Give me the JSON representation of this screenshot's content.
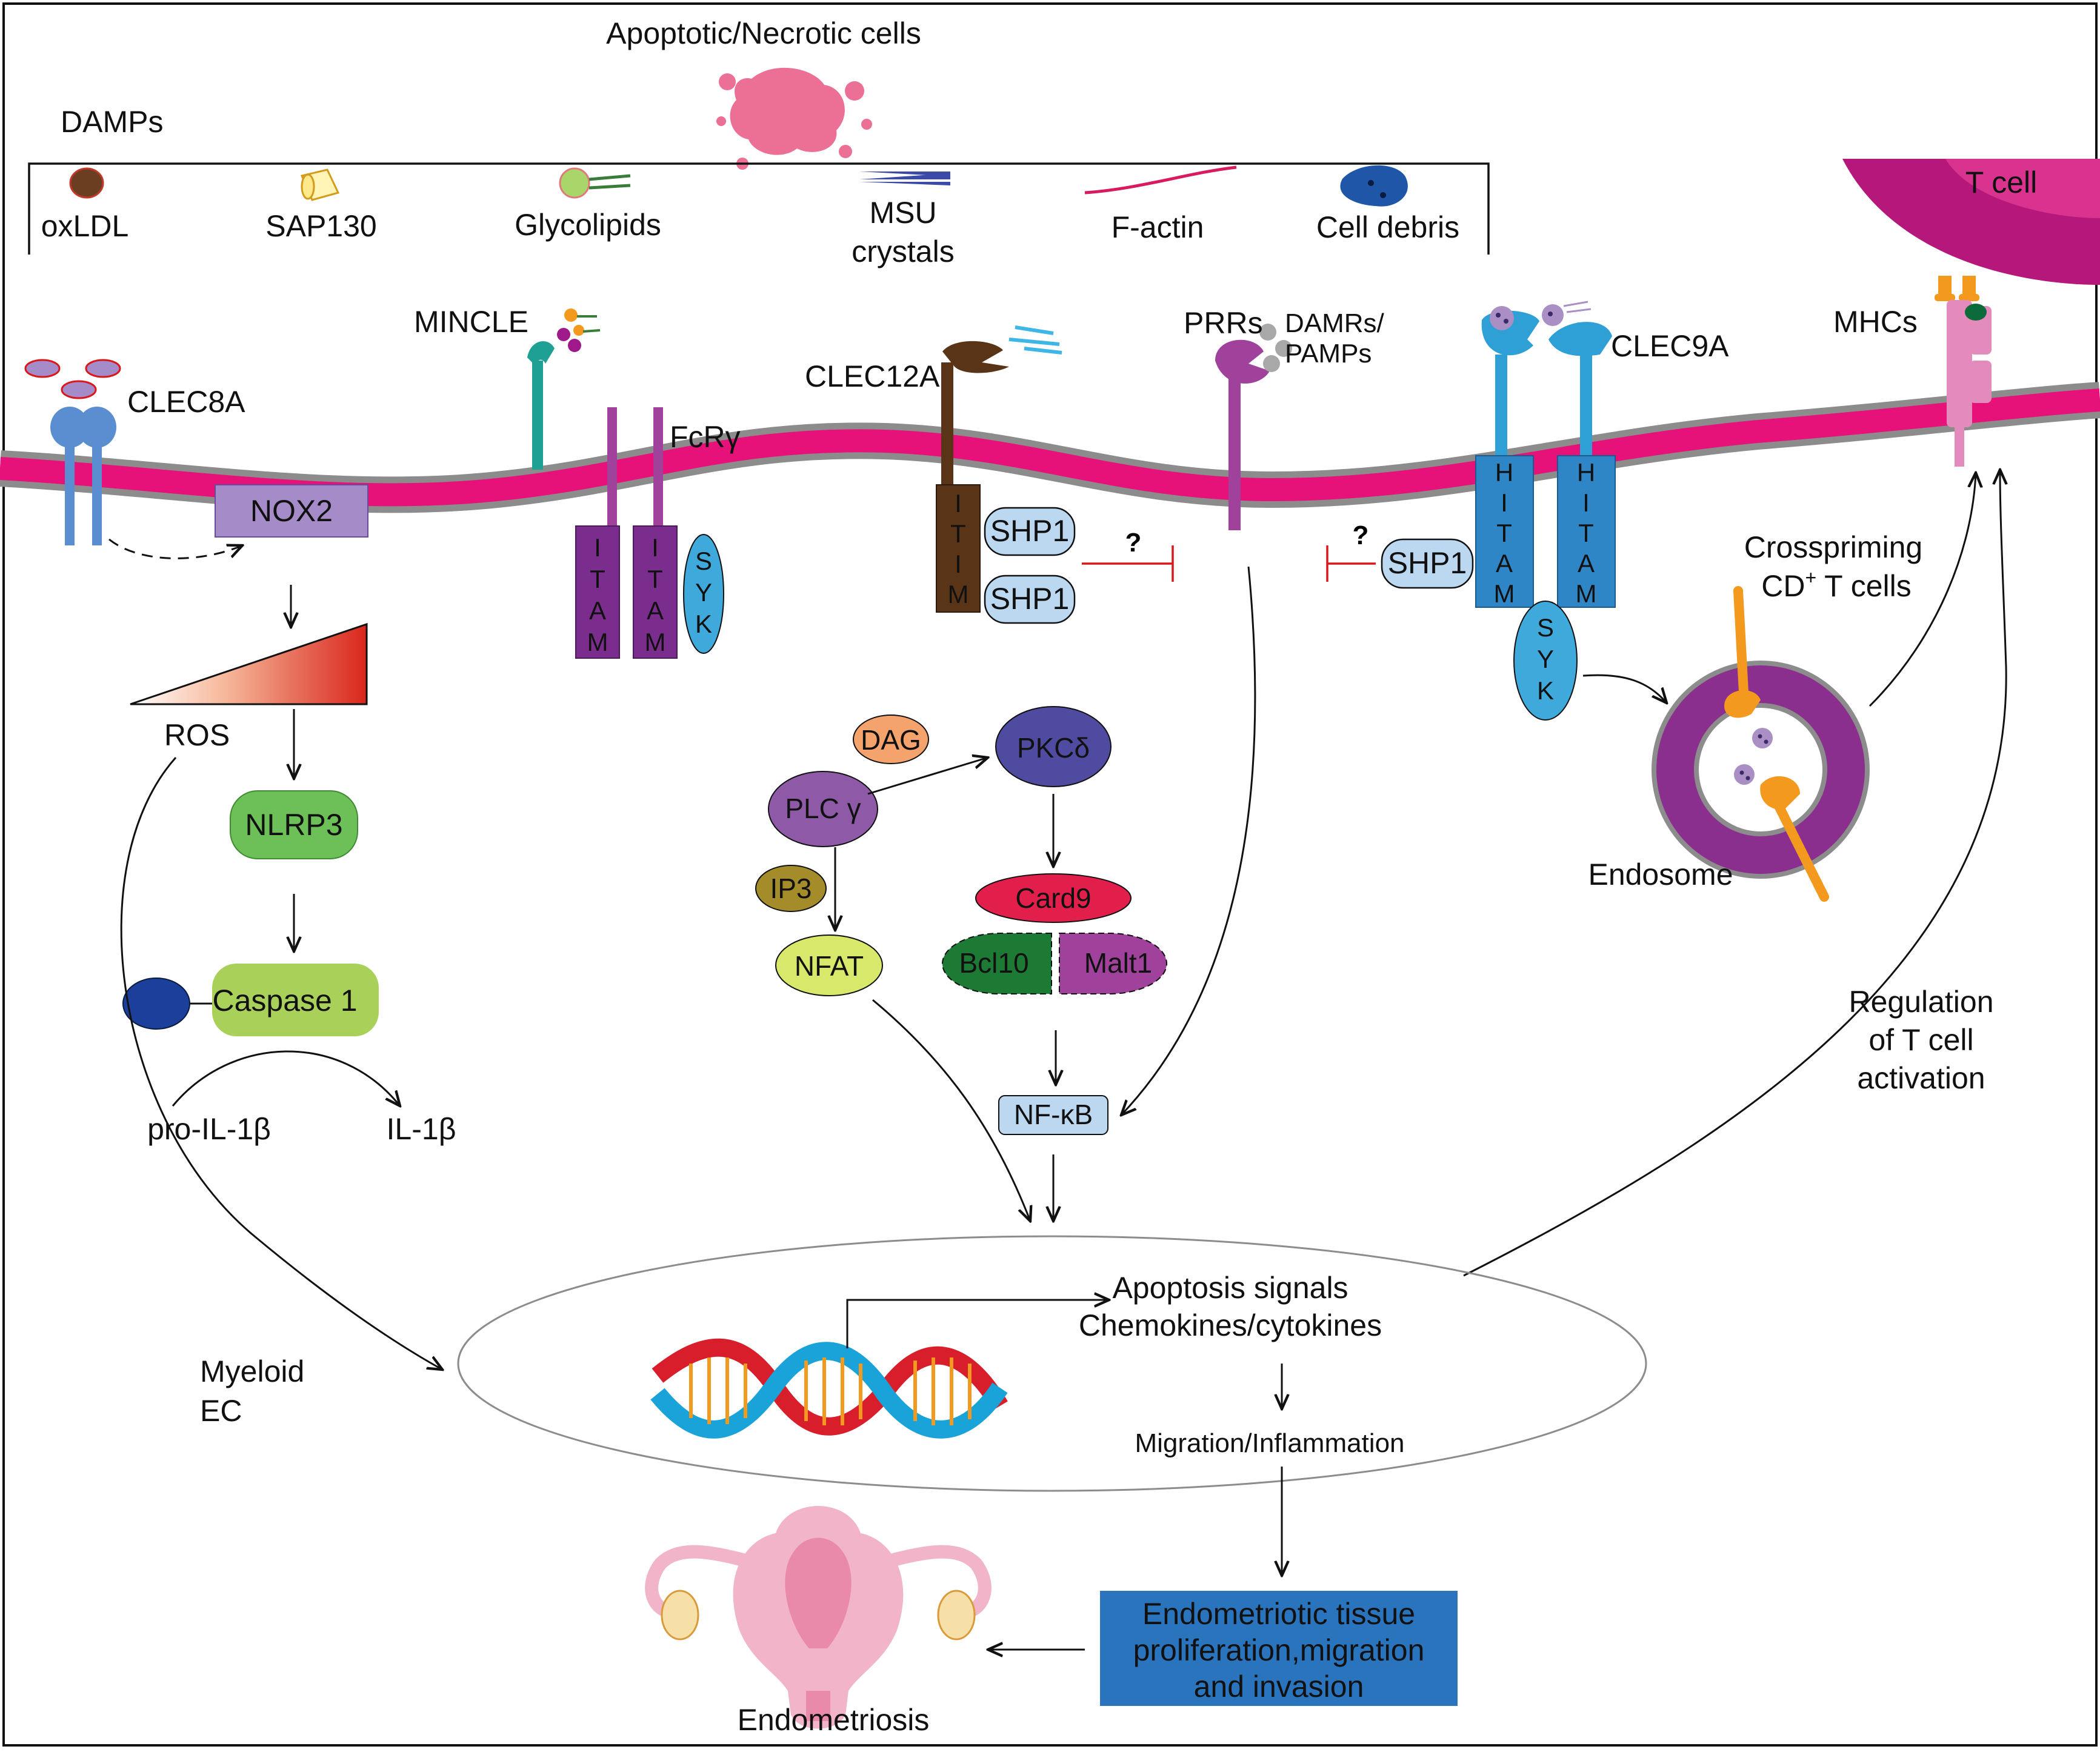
{
  "diagram": {
    "top_title": "Apoptotic/Necrotic cells",
    "damps_label": "DAMPs",
    "damps": [
      {
        "label": "oxLDL",
        "icon": "oxldl-icon"
      },
      {
        "label": "SAP130",
        "icon": "sap130-icon"
      },
      {
        "label": "Glycolipids",
        "icon": "glycolipids-icon"
      },
      {
        "label_line1": "MSU",
        "label_line2": "crystals",
        "icon": "msu-crystals-icon"
      },
      {
        "label": "F-actin",
        "icon": "f-actin-icon"
      },
      {
        "label": "Cell debris",
        "icon": "cell-debris-icon"
      }
    ],
    "receptors": {
      "clec8a": "CLEC8A",
      "mincle": "MINCLE",
      "fcrg": "FcRγ",
      "clec12a": "CLEC12A",
      "prrs": "PRRs",
      "damrs_line1": "DAMRs/",
      "damrs_line2": "PAMPs",
      "clec9a": "CLEC9A",
      "mhcs": "MHCs",
      "t_cell": "T cell"
    },
    "motifs": {
      "itam": [
        "I",
        "T",
        "A",
        "M"
      ],
      "itim": [
        "I",
        "T",
        "I",
        "M"
      ],
      "hitam": [
        "H",
        "I",
        "T",
        "A",
        "M"
      ],
      "syk": [
        "S",
        "Y",
        "K"
      ]
    },
    "nodes": {
      "nox2": "NOX2",
      "shp1": "SHP1",
      "question": "?",
      "ros": "ROS",
      "nlrp3": "NLRP3",
      "caspase1": "Caspase 1",
      "pro_il1b": "pro-IL-1β",
      "il1b": "IL-1β",
      "dag": "DAG",
      "pkcd": "PKCδ",
      "plcg": "PLC γ",
      "ip3": "IP3",
      "nfat": "NFAT",
      "card9": "Card9",
      "bcl10": "Bcl10",
      "malt1": "Malt1",
      "nfkb": "NF-κB",
      "crosspriming_line1": "Crosspriming",
      "crosspriming_line2_a": "CD",
      "crosspriming_line2_sup": "+",
      "crosspriming_line2_b": " T cells",
      "endosome": "Endosome",
      "regulation_line1": "Regulation",
      "regulation_line2": "of T cell",
      "regulation_line3": "activation",
      "myeloid": "Myeloid",
      "ec": "EC",
      "apoptosis_signals": "Apoptosis signals",
      "chemokines": "Chemokines/cytokines",
      "migration": "Migration/Inflammation",
      "endo_box_line1": "Endometriotic tissue",
      "endo_box_line2": "proliferation,migration",
      "endo_box_line3": "and invasion",
      "endometriosis": "Endometriosis"
    },
    "colors": {
      "membrane": "#e6127a",
      "membrane_edge": "#8c8c8c",
      "itam_purple": "#7b2d8e",
      "syk_blue": "#3fa9dc",
      "clec12a_brown": "#5a3416",
      "shp1_fill": "#bcd7f0",
      "clec9a_blue": "#2f86c6",
      "nox2_fill": "#a58cc8",
      "nlrp3_green": "#6dbf58",
      "caspase_green": "#a9d15a",
      "card9_red": "#e21f4b",
      "bcl10_green": "#1d7a34",
      "malt1_purple": "#a0429b",
      "pkcd_fill": "#4e4ba0",
      "dag_fill": "#f3a36b",
      "ip3_fill": "#a58c2a",
      "plcg_fill": "#8e5aa8",
      "nfat_fill": "#d8e86a",
      "nfkb_fill": "#bcd7f0",
      "endo_box_fill": "#2a73bd",
      "inhibition_red": "#d7191c",
      "t_cell_fill": "#b5177b",
      "endosome_ring": "#8a2f8e",
      "orange": "#f39a1e"
    }
  }
}
